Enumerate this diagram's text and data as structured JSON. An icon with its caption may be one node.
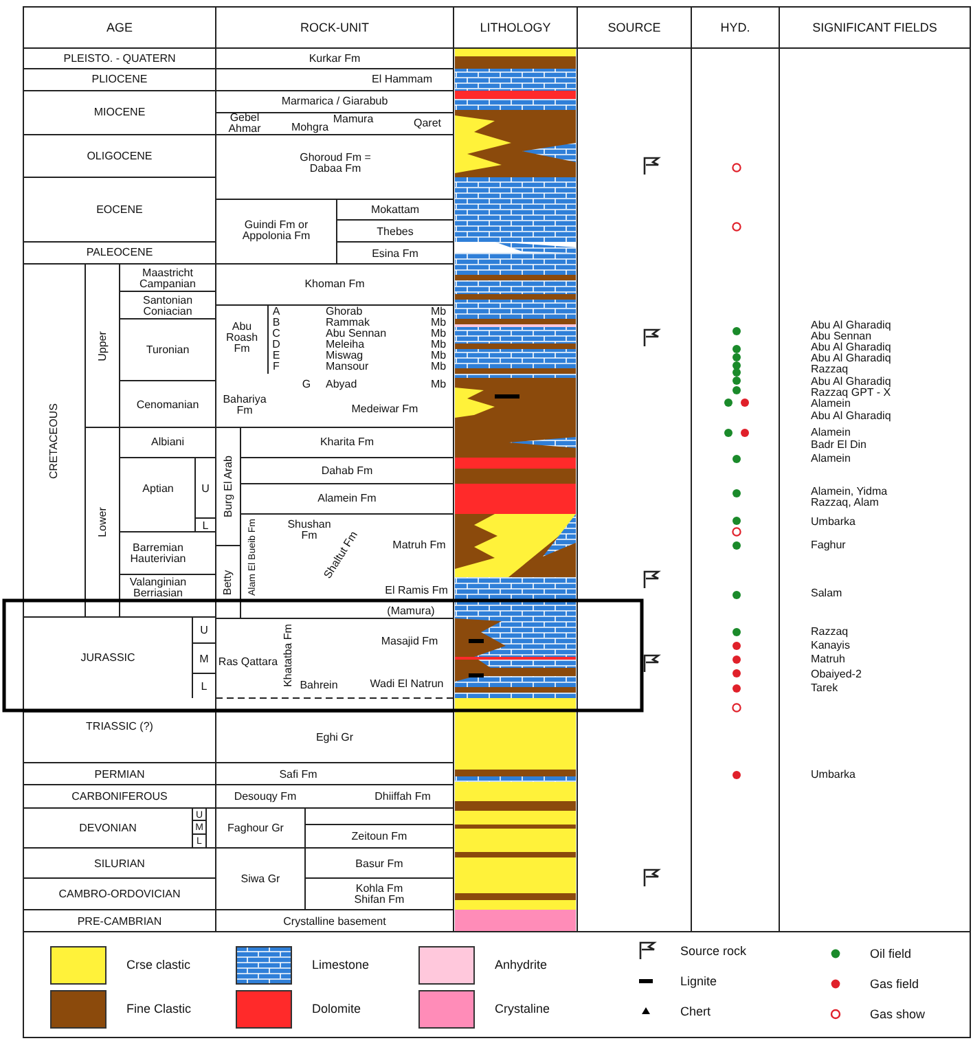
{
  "diagram": {
    "labels": [
      "AGE",
      "ROCK-UNIT",
      "LITHOLOGY",
      "SOURCE",
      "HYD.",
      "SIGNIFICANT FIELDS",
      "PLEISTO. - QUATERN",
      "Kurkar Fm",
      "PLIOCENE",
      "El Hammam",
      "MIOCENE",
      "Marmarica / Giarabub",
      "Gebel Ahmar",
      "Mamura",
      "Qaret",
      "Mohgra",
      "OLIGOCENE",
      "Ghoroud Fm = Dabaa Fm",
      "EOCENE",
      "Guindi Fm or Appolonia Fm",
      "Mokattam",
      "Thebes",
      "PALEOCENE",
      "Esina Fm",
      "CRETACEOUS",
      "Upper",
      "Maastricht Campanian",
      "Khoman Fm",
      "Santonian Coniacian",
      "Turonian",
      "Abu Roash Fm",
      "A",
      "Ghorab",
      "Mb",
      "B",
      "Rammak",
      "Mb",
      "C",
      "Abu Sennan",
      "Mb",
      "D",
      "Meleiha",
      "Mb",
      "E",
      "Miswag",
      "Mb",
      "F",
      "Mansour",
      "Mb",
      "G",
      "Abyad",
      "Mb",
      "Cenomanian",
      "Bahariya Fm",
      "Medeiwar Fm",
      "Lower",
      "Albiani",
      "Burg El Arab",
      "Kharita Fm",
      "Aptian",
      "U",
      "Dahab Fm",
      "Alamein Fm",
      "L",
      "Alam El Bueib Fm",
      "Shushan Fm",
      "Shaltut Fm",
      "Matruh Fm",
      "Barremian Hauterivian",
      "Betty",
      "El Ramis Fm",
      "Valanginian Berriasian",
      "(Mamura)",
      "JURASSIC",
      "U",
      "M",
      "L",
      "Ras Qattara",
      "Khatatba Fm",
      "Masajid Fm",
      "Bahrein",
      "Wadi El Natrun",
      "TRIASSIC (?)",
      "Eghi Gr",
      "PERMIAN",
      "Safi Fm",
      "CARBONIFEROUS",
      "Desouqy Fm",
      "Dhiiffah Fm",
      "DEVONIAN",
      "U",
      "M",
      "L",
      "Faghour Gr",
      "Zeitoun Fm",
      "SILURIAN",
      "Siwa Gr",
      "Basur Fm",
      "CAMBRO-ORDOVICIAN",
      "Kohla Fm Shifan Fm",
      "PRE-CAMBRIAN",
      "Crystalline basement",
      "Abu Al Gharadiq",
      "Abu Sennan",
      "Abu Al Gharadiq",
      "Abu Al Gharadiq",
      "Razzaq",
      "Abu Al Gharadiq",
      "Razzaq GPT - X",
      "Alamein",
      "Abu Al Gharadiq",
      "Alamein",
      "Badr El Din",
      "Alamein",
      "Alamein, Yidma",
      "Razzaq, Alam",
      "Umbarka",
      "Faghur",
      "Salam",
      "Razzaq",
      "Kanayis",
      "Matruh",
      "Obaiyed-2",
      "Tarek",
      "Umbarka"
    ],
    "legend": [
      {
        "text": "Crse clastic",
        "color": "#fff23a"
      },
      {
        "text": "Fine Clastic",
        "color": "#8b4a0c"
      },
      {
        "text": "Limestone",
        "color": "#2f7fd8"
      },
      {
        "text": "Dolomite",
        "color": "#ff2a2a"
      },
      {
        "text": "Anhydrite",
        "color": "#ffc8dc"
      },
      {
        "text": "Crystaline",
        "color": "#ff8cb8"
      },
      {
        "text": "Source rock"
      },
      {
        "text": "Lignite"
      },
      {
        "text": "Chert"
      },
      {
        "text": "Oil field",
        "color": "#1a8a2a"
      },
      {
        "text": "Gas field",
        "color": "#e0202a"
      },
      {
        "text": "Gas show",
        "color": "#e0202a"
      }
    ]
  }
}
